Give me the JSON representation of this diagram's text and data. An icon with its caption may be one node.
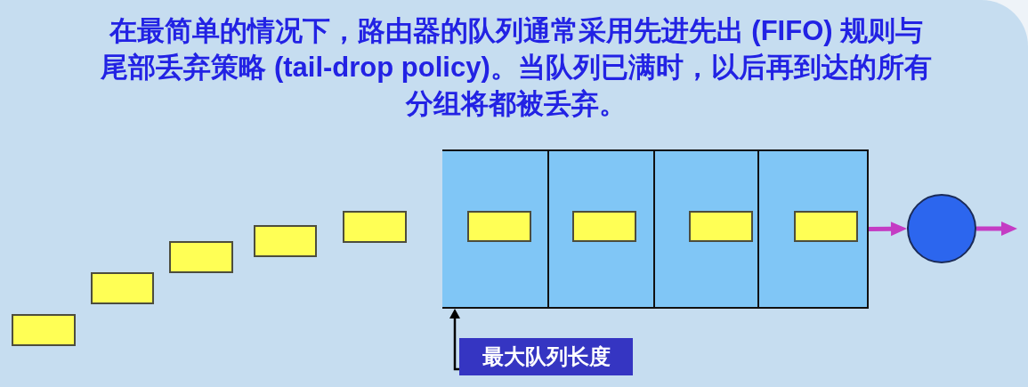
{
  "diagram": {
    "title": "在最简单的情况下，路由器的队列通常采用先进先出 (FIFO) 规则与尾部丢弃策略 (tail-drop policy)。当队列已满时，以后再到达的所有分组将都被丢弃。",
    "nodes": [
      {
        "text": [],
        "shape": "box"
      },
      {
        "text": [],
        "shape": "box"
      },
      {
        "text": [],
        "shape": "box"
      },
      {
        "text": [],
        "shape": "box"
      },
      {
        "text": [],
        "shape": "box"
      },
      {
        "text": [],
        "shape": "box"
      },
      {
        "text": [],
        "shape": "box",
        "in": 5
      },
      {
        "text": [],
        "shape": "box",
        "in": 5
      },
      {
        "text": [],
        "shape": "box",
        "in": 5
      },
      {
        "text": [],
        "shape": "box",
        "in": 5
      },
      {
        "text": [],
        "shape": "circle"
      },
      {
        "text": [
          "最大队列长度"
        ]
      }
    ],
    "edges": [
      {
        "from": 5,
        "to": 10,
        "arrow": "to"
      },
      {
        "from": 10,
        "to": null,
        "arrow": "to"
      },
      {
        "from": 11,
        "to": 5,
        "arrow": "to",
        "color": "#000000"
      }
    ]
  }
}
